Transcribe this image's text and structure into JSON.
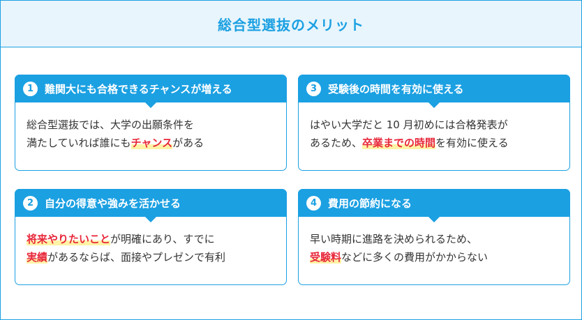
{
  "header": {
    "title": "総合型選抜のメリット"
  },
  "cards": [
    {
      "number": "1",
      "title": "難関大にも合格できるチャンスが増える",
      "line1": {
        "text": "総合型選抜では、大学の出願条件を"
      },
      "line2": {
        "pre": "満たしていれば誰にも",
        "highlight": "チャンス",
        "post": "がある"
      }
    },
    {
      "number": "3",
      "title": "受験後の時間を有効に使える",
      "line1": {
        "text": "はやい大学だと 10 月初めには合格発表が"
      },
      "line2": {
        "pre": "あるため、",
        "highlight": "卒業までの時間",
        "post": "を有効に使える"
      }
    },
    {
      "number": "2",
      "title": "自分の得意や強みを活かせる",
      "line1": {
        "pre": "",
        "highlight": "将来やりたいこと",
        "post": "が明確にあり、すでに"
      },
      "line2": {
        "pre": "",
        "highlight": "実績",
        "post": "があるならば、面接やプレゼンで有利"
      }
    },
    {
      "number": "4",
      "title": "費用の節約になる",
      "line1": {
        "text": "早い時期に進路を決められるため、"
      },
      "line2": {
        "pre": "",
        "highlight": "受験料",
        "post": "などに多くの費用がかからない"
      }
    }
  ],
  "colors": {
    "accent": "#1ba0e2",
    "highlight_text": "#e8283a",
    "marker": "#fff3a6",
    "header_bg": "#e8f5fc"
  }
}
